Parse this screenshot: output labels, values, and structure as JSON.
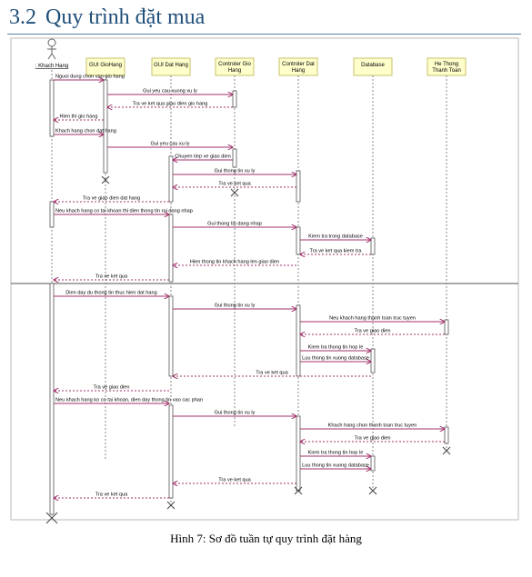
{
  "heading": {
    "number": "3.2",
    "title": "Quy trình đặt mua"
  },
  "caption": "Hình 7: Sơ đồ tuần tự quy trình đặt hàng",
  "actor": {
    "label": ": Khach Hang",
    "icon": "stick-figure-actor-icon"
  },
  "participants": [
    "GUI GioHang",
    "GUI Dat Hang",
    "Controler Gio Hang",
    "Controler Dat Hang",
    "Database",
    "He Thong Thanh Toan"
  ],
  "colors": {
    "heading": "#1f4e79",
    "lifeline_header": "#ffffcc",
    "lifeline_border": "#c9c26a",
    "arrow": "#a0306a"
  },
  "messages": [
    "Nguoi dung chon vao gio hang",
    "Gui yeu cau xuong xu ly",
    "Tra ve ket qua giao dien gio hang",
    "Hien thi gio hang",
    "Khach hang chon dat hang",
    "Gui yeu cau xu ly",
    "Chuyen tiep ve giao dien",
    "Gui thong tin xu ly",
    "Tra ve ket qua",
    "Tra ve giao dien dat hang",
    "Neu khach hang co tai khoan thi dien thong tin roi dang nhap",
    "Gui thong tin dang nhap",
    "Kiem tra trong database",
    "Tra ve ket qua kiem tra",
    "Hien thong tin khach hang len giao dien",
    "Tra ve ket qua",
    "Dien day du thong tin thuc hien dat hang",
    "Gui thong tin xu ly",
    "Neu khach hang thanh toan truc tuyen",
    "Tra ve giao dien",
    "Kiem tra thong tin hop le",
    "Luu thong tin xuong database",
    "Tra ve ket qua",
    "Tra ve giao dien",
    "Neu khach hang ko co tai khoan, dien day thong tin vao cac phan",
    "Gui thong tin xu ly",
    "Khach hang chon thanh toan truc tuyen",
    "Tra ve giao dien",
    "Kiem tra thong tin hop le",
    "Luu thong tin xuong database",
    "Tra ve ket qua",
    "Tra ve ket qua"
  ]
}
